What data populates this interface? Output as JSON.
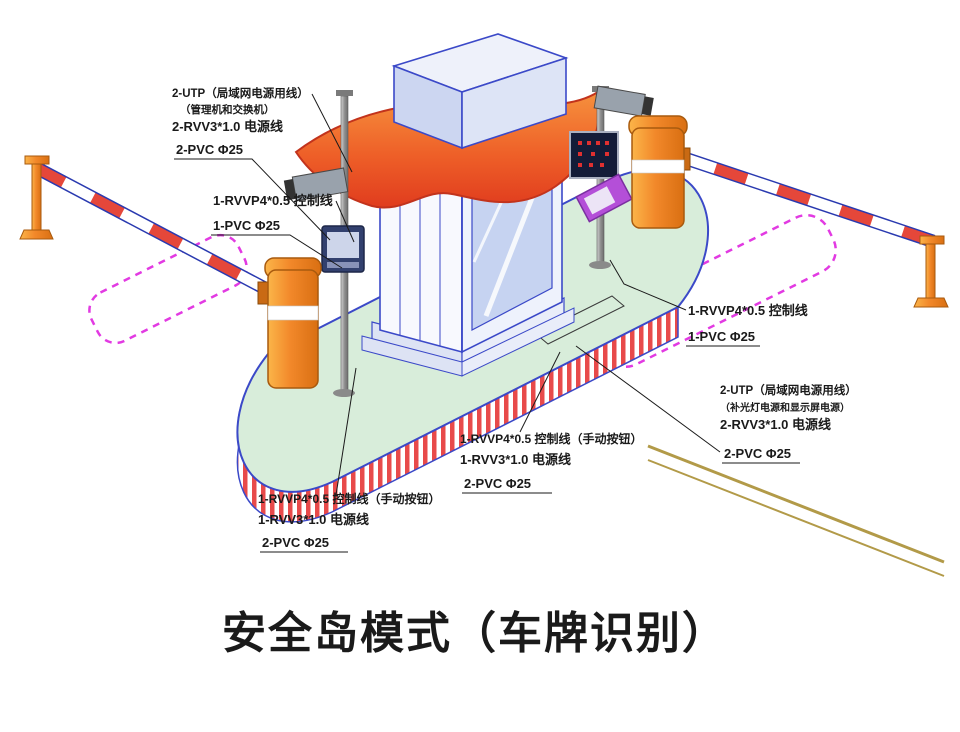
{
  "title": "安全岛模式（车牌识别）",
  "colors": {
    "outline_blue": "#3b49c8",
    "island_green": "#d8edda",
    "stripe_red": "#e84a4a",
    "post_orange": "#f0881f",
    "roof_orange": "#ee5f28",
    "loop_magenta": "#e23ae2",
    "curb_khaki": "#b29a48",
    "led_red": "#e03030"
  },
  "labels": {
    "left_top": {
      "line1": "2-UTP（局域网电源用线）",
      "line2": "（管理机和交换机）",
      "line3": "2-RVV3*1.0 电源线",
      "line4": "2-PVC Φ25"
    },
    "left_mid": {
      "line1": "1-RVVP4*0.5 控制线",
      "line2": "1-PVC Φ25"
    },
    "left_bottom": {
      "line1": "1-RVVP4*0.5 控制线（手动按钮）",
      "line2": "1-RVV3*1.0 电源线",
      "line3": "2-PVC Φ25"
    },
    "center_bottom": {
      "line1": "1-RVVP4*0.5 控制线（手动按钮）",
      "line2": "1-RVV3*1.0 电源线",
      "line3": "2-PVC Φ25"
    },
    "right_mid": {
      "line1": "1-RVVP4*0.5 控制线",
      "line2": "1-PVC Φ25"
    },
    "right_low": {
      "line1": "2-UTP（局域网电源用线）",
      "line2": "（补光灯电源和显示屏电源）",
      "line3": "2-RVV3*1.0 电源线",
      "line4": "2-PVC Φ25"
    }
  }
}
